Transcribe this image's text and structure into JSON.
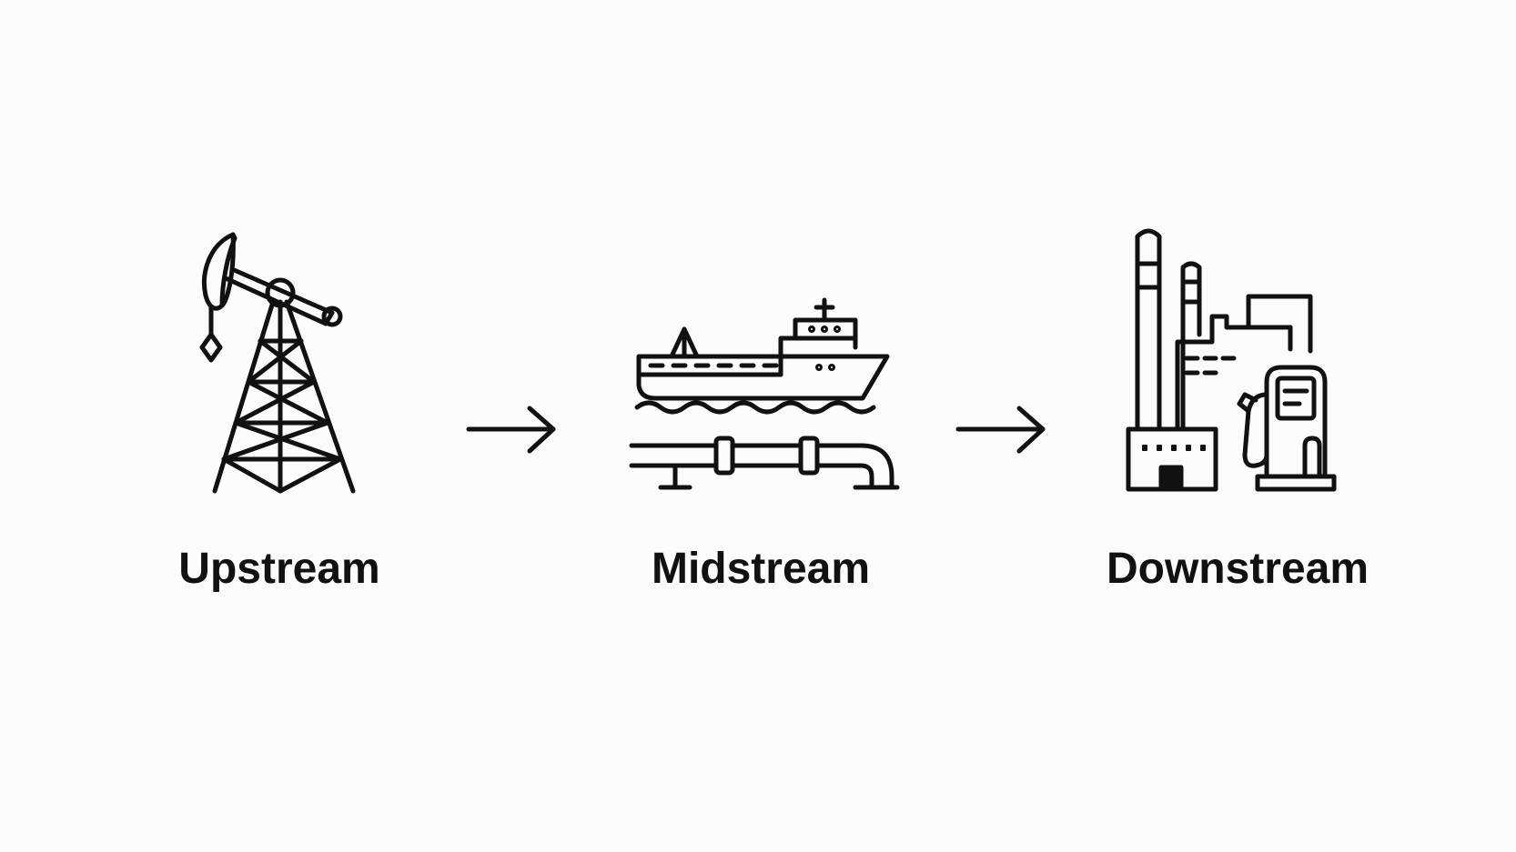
{
  "diagram": {
    "stages": [
      {
        "label": "Upstream",
        "icon": "oil-pump-jack-derrick-icon"
      },
      {
        "label": "Midstream",
        "icon": "tanker-ship-and-pipeline-icon"
      },
      {
        "label": "Downstream",
        "icon": "refinery-and-fuel-pump-icon"
      }
    ],
    "connectors": [
      "arrow-right-icon",
      "arrow-right-icon"
    ],
    "colors": {
      "ink": "#111111",
      "background": "#fcfcfc"
    }
  }
}
